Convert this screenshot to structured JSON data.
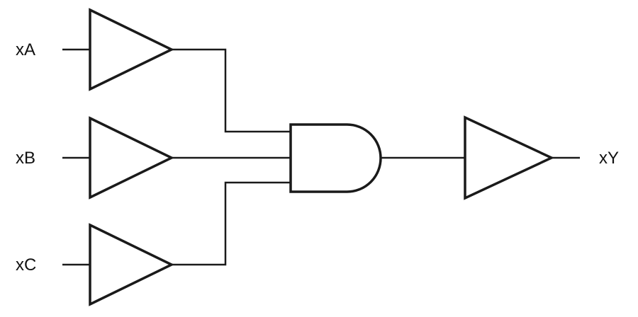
{
  "diagram": {
    "type": "logic-circuit",
    "inputs": [
      {
        "id": "A",
        "label": "xA"
      },
      {
        "id": "B",
        "label": "xB"
      },
      {
        "id": "C",
        "label": "xC"
      }
    ],
    "output": {
      "id": "Y",
      "label": "xY"
    },
    "gates": [
      {
        "name": "buffer-a",
        "type": "buffer",
        "input": "xA"
      },
      {
        "name": "buffer-b",
        "type": "buffer",
        "input": "xB"
      },
      {
        "name": "buffer-c",
        "type": "buffer",
        "input": "xC"
      },
      {
        "name": "and-gate",
        "type": "and",
        "inputs": [
          "xA",
          "xB",
          "xC"
        ]
      },
      {
        "name": "buffer-y",
        "type": "buffer",
        "output": "xY"
      }
    ],
    "colors": {
      "stroke": "#1a1a1a",
      "background": "#ffffff"
    }
  }
}
